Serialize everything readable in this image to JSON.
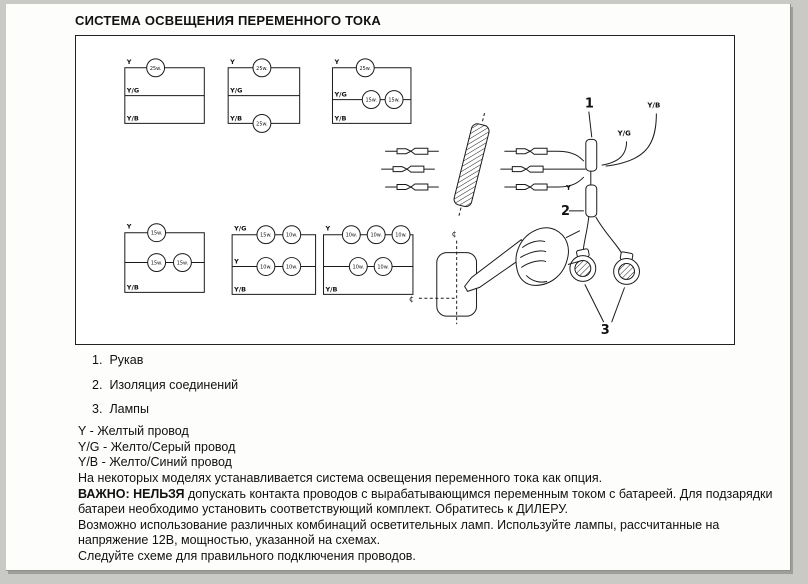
{
  "page": {
    "title": "СИСТЕМА ОСВЕЩЕНИЯ ПЕРЕМЕННОГО ТОКА"
  },
  "diagram": {
    "circuits": [
      {
        "wires": [
          "Y",
          "Y/G",
          "Y/B"
        ],
        "bulbs": [
          "25w."
        ]
      },
      {
        "wires": [
          "Y",
          "Y/G",
          "Y/B"
        ],
        "bulbs": [
          "25w.",
          "25w."
        ]
      },
      {
        "wires": [
          "Y",
          "Y/G",
          "Y/B"
        ],
        "bulbs": [
          "25w.",
          "15w.",
          "15w."
        ]
      },
      {
        "wires": [
          "Y",
          "Y/B"
        ],
        "bulbs": [
          "15w.",
          "15w.",
          "15w."
        ]
      },
      {
        "wires": [
          "Y/G",
          "Y",
          "Y/B"
        ],
        "bulbs": [
          "15w.",
          "10w.",
          "10w.",
          "10w."
        ]
      },
      {
        "wires": [
          "Y",
          "Y/B"
        ],
        "bulbs": [
          "10w.",
          "10w.",
          "10w.",
          "10w.",
          "10w."
        ]
      }
    ],
    "callouts": {
      "sleeve": "1",
      "insulation": "2",
      "lamps": "3"
    },
    "harness_labels": {
      "yb": "Y/B",
      "yg": "Y/G",
      "y": "Y"
    },
    "centerline_symbol": "¢"
  },
  "legend_items": [
    {
      "num": "1.",
      "label": "Рукав"
    },
    {
      "num": "2.",
      "label": "Изоляция соединений"
    },
    {
      "num": "3.",
      "label": "Лампы"
    }
  ],
  "wire_legend": [
    "Y - Желтый провод",
    "Y/G - Желто/Серый провод",
    "Y/B - Желто/Синий провод"
  ],
  "body_text": {
    "intro": "На некоторых моделях устанавливается система освещения переменного тока как опция.",
    "important_label": "ВАЖНО:",
    "important_emphasis": "НЕЛЬЗЯ",
    "important_rest": "допускать контакта проводов с вырабатывающимся переменным током с батареей. Для подзарядки батареи необходимо установить соответствующий комплект. Обратитесь к ДИЛЕРУ.",
    "lamp_combinations": "Возможно использование различных комбинаций осветительных ламп. Используйте лампы, рассчитанные на напряжение 12В, мощностью, указанной на схемах.",
    "final_note": "Следуйте схеме для правильного подключения проводов."
  }
}
